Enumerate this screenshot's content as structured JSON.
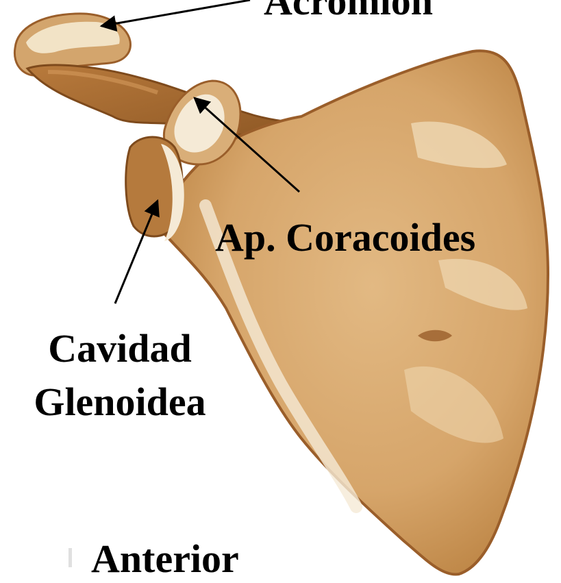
{
  "labels": {
    "acromion": "Acromion",
    "coracoid": "Ap. Coracoides",
    "glenoid_line1": "Cavidad",
    "glenoid_line2": "Glenoidea",
    "view": "Anterior"
  },
  "colors": {
    "bone_fill": "#d9ad72",
    "bone_dark": "#a86a34",
    "bone_light": "#f3e6cc",
    "bone_edge": "#9a5e2a",
    "arrow": "#000000",
    "text": "#000000"
  }
}
